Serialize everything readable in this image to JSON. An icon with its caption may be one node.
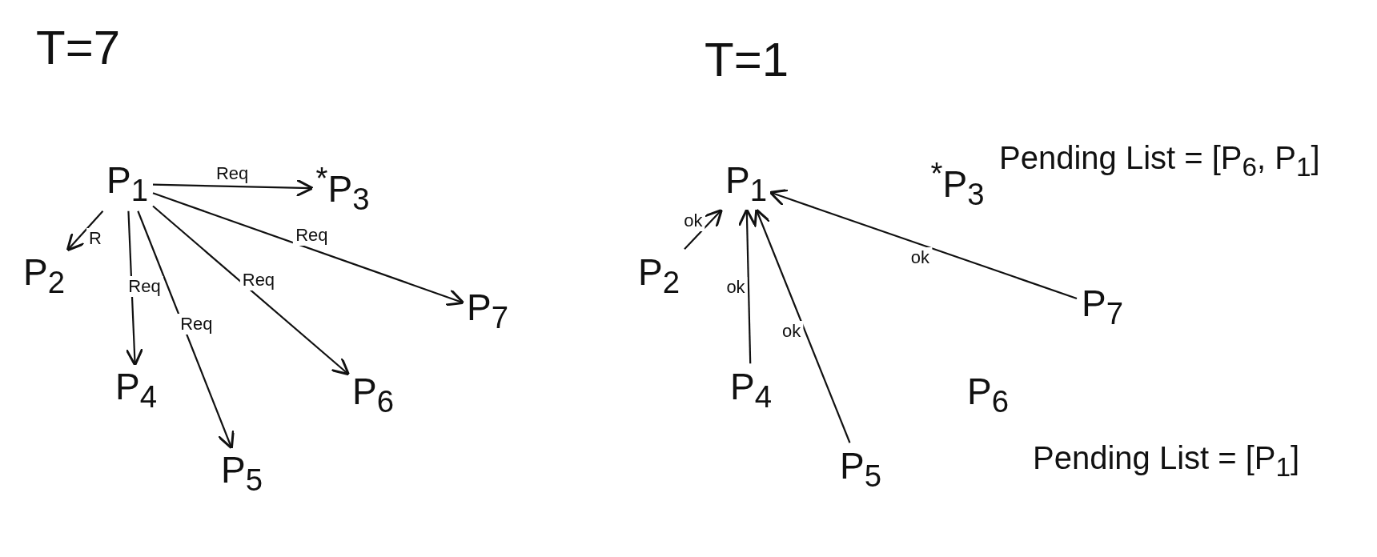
{
  "diagram": {
    "nodes": [
      {
        "text": [
          "P$_{1}$"
        ]
      },
      {
        "text": [
          "$^{*}$P$_{3}$"
        ]
      },
      {
        "text": [
          "P$_{2}$"
        ]
      },
      {
        "text": [
          "P$_{4}$"
        ]
      },
      {
        "text": [
          "P$_{5}$"
        ]
      },
      {
        "text": [
          "P$_{6}$"
        ]
      },
      {
        "text": [
          "P$_{7}$"
        ]
      },
      {
        "text": [
          "P$_{1}$"
        ]
      },
      {
        "text": [
          "$^{*}$P$_{3}$"
        ],
        "beside": [
          "Pending List = [P$_{6}$, P$_{1}$]"
        ]
      },
      {
        "text": [
          "P$_{2}$"
        ]
      },
      {
        "text": [
          "P$_{4}$"
        ]
      },
      {
        "text": [
          "P$_{5}$"
        ]
      },
      {
        "text": [
          "P$_{6}$"
        ],
        "beside": [
          "Pending List = [P$_{1}$]"
        ]
      },
      {
        "text": [
          "P$_{7}$"
        ]
      }
    ],
    "edges": [
      {
        "from": 0,
        "to": 1,
        "arrow": "to",
        "label": "Req"
      },
      {
        "from": 0,
        "to": 2,
        "arrow": "to",
        "label": "R"
      },
      {
        "from": 0,
        "to": 3,
        "arrow": "to",
        "label": "Req"
      },
      {
        "from": 0,
        "to": 4,
        "arrow": "to",
        "label": "Req"
      },
      {
        "from": 0,
        "to": 5,
        "arrow": "to",
        "label": "Req"
      },
      {
        "from": 0,
        "to": 6,
        "arrow": "to",
        "label": "Req"
      },
      {
        "from": 9,
        "to": 7,
        "arrow": "to",
        "label": "ok"
      },
      {
        "from": 10,
        "to": 7,
        "arrow": "to",
        "label": "ok"
      },
      {
        "from": 11,
        "to": 7,
        "arrow": "to",
        "label": "ok"
      },
      {
        "from": 13,
        "to": 7,
        "arrow": "to",
        "label": "ok"
      }
    ],
    "labels": [
      "T=7",
      "T=1"
    ]
  }
}
